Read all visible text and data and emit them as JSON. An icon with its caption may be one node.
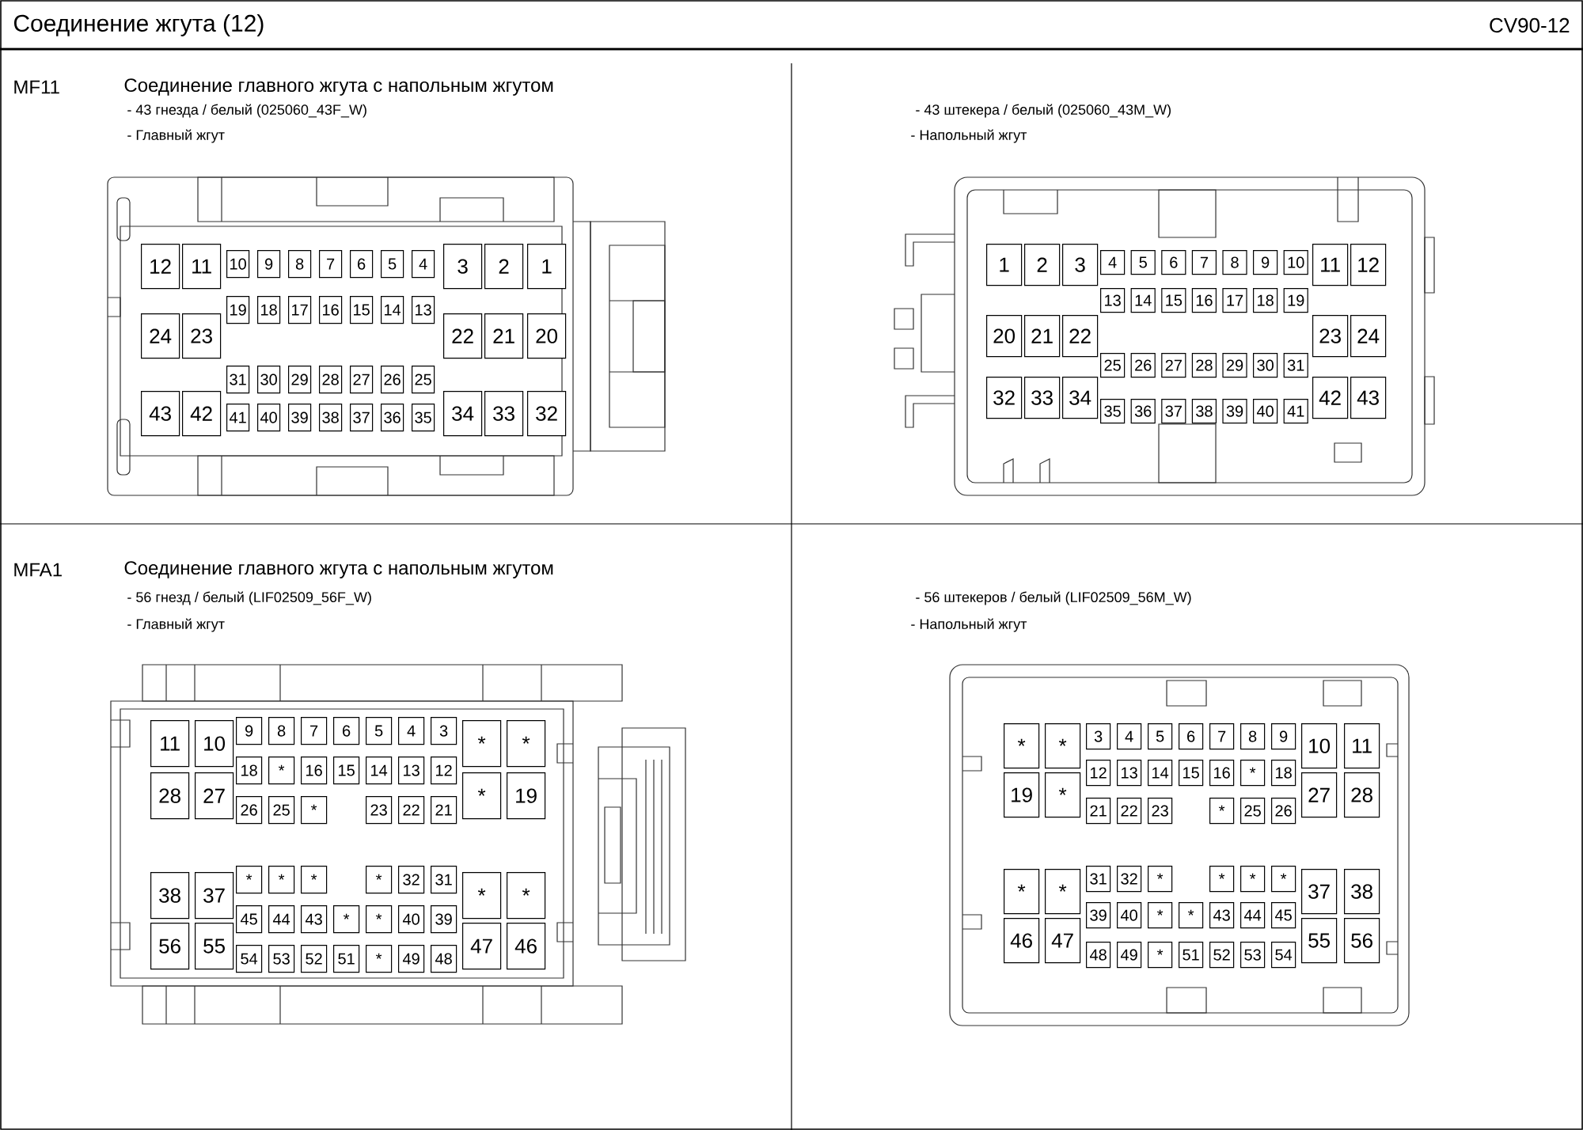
{
  "diagram": {
    "title": "Соединение жгута (12)",
    "nodes": [
      {
        "text": [
          "12"
        ]
      },
      {
        "text": [
          "11"
        ]
      },
      {
        "text": [
          "10"
        ]
      },
      {
        "text": [
          "9"
        ]
      },
      {
        "text": [
          "8"
        ]
      },
      {
        "text": [
          "7"
        ]
      },
      {
        "text": [
          "6"
        ]
      },
      {
        "text": [
          "5"
        ]
      },
      {
        "text": [
          "4"
        ]
      },
      {
        "text": [
          "3"
        ]
      },
      {
        "text": [
          "2"
        ]
      },
      {
        "text": [
          "1"
        ]
      },
      {
        "text": [
          "19"
        ]
      },
      {
        "text": [
          "18"
        ]
      },
      {
        "text": [
          "17"
        ]
      },
      {
        "text": [
          "16"
        ]
      },
      {
        "text": [
          "15"
        ]
      },
      {
        "text": [
          "14"
        ]
      },
      {
        "text": [
          "13"
        ]
      },
      {
        "text": [
          "24"
        ]
      },
      {
        "text": [
          "23"
        ]
      },
      {
        "text": [
          "22"
        ]
      },
      {
        "text": [
          "21"
        ]
      },
      {
        "text": [
          "20"
        ]
      },
      {
        "text": [
          "31"
        ]
      },
      {
        "text": [
          "30"
        ]
      },
      {
        "text": [
          "29"
        ]
      },
      {
        "text": [
          "28"
        ]
      },
      {
        "text": [
          "27"
        ]
      },
      {
        "text": [
          "26"
        ]
      },
      {
        "text": [
          "25"
        ]
      },
      {
        "text": [
          "43"
        ]
      },
      {
        "text": [
          "42"
        ]
      },
      {
        "text": [
          "41"
        ]
      },
      {
        "text": [
          "40"
        ]
      },
      {
        "text": [
          "39"
        ]
      },
      {
        "text": [
          "38"
        ]
      },
      {
        "text": [
          "37"
        ]
      },
      {
        "text": [
          "36"
        ]
      },
      {
        "text": [
          "35"
        ]
      },
      {
        "text": [
          "34"
        ]
      },
      {
        "text": [
          "33"
        ]
      },
      {
        "text": [
          "32"
        ]
      },
      {
        "text": [
          "1"
        ]
      },
      {
        "text": [
          "2"
        ]
      },
      {
        "text": [
          "3"
        ]
      },
      {
        "text": [
          "4"
        ]
      },
      {
        "text": [
          "5"
        ]
      },
      {
        "text": [
          "6"
        ]
      },
      {
        "text": [
          "7"
        ]
      },
      {
        "text": [
          "8"
        ]
      },
      {
        "text": [
          "9"
        ]
      },
      {
        "text": [
          "10"
        ]
      },
      {
        "text": [
          "11"
        ]
      },
      {
        "text": [
          "12"
        ]
      },
      {
        "text": [
          "13"
        ]
      },
      {
        "text": [
          "14"
        ]
      },
      {
        "text": [
          "15"
        ]
      },
      {
        "text": [
          "16"
        ]
      },
      {
        "text": [
          "17"
        ]
      },
      {
        "text": [
          "18"
        ]
      },
      {
        "text": [
          "19"
        ]
      },
      {
        "text": [
          "20"
        ]
      },
      {
        "text": [
          "21"
        ]
      },
      {
        "text": [
          "22"
        ]
      },
      {
        "text": [
          "23"
        ]
      },
      {
        "text": [
          "24"
        ]
      },
      {
        "text": [
          "25"
        ]
      },
      {
        "text": [
          "26"
        ]
      },
      {
        "text": [
          "27"
        ]
      },
      {
        "text": [
          "28"
        ]
      },
      {
        "text": [
          "29"
        ]
      },
      {
        "text": [
          "30"
        ]
      },
      {
        "text": [
          "31"
        ]
      },
      {
        "text": [
          "32"
        ]
      },
      {
        "text": [
          "33"
        ]
      },
      {
        "text": [
          "34"
        ]
      },
      {
        "text": [
          "35"
        ]
      },
      {
        "text": [
          "36"
        ]
      },
      {
        "text": [
          "37"
        ]
      },
      {
        "text": [
          "38"
        ]
      },
      {
        "text": [
          "39"
        ]
      },
      {
        "text": [
          "40"
        ]
      },
      {
        "text": [
          "41"
        ]
      },
      {
        "text": [
          "42"
        ]
      },
      {
        "text": [
          "43"
        ]
      },
      {
        "text": [
          "11"
        ]
      },
      {
        "text": [
          "10"
        ]
      },
      {
        "text": [
          "9"
        ]
      },
      {
        "text": [
          "8"
        ]
      },
      {
        "text": [
          "7"
        ]
      },
      {
        "text": [
          "6"
        ]
      },
      {
        "text": [
          "5"
        ]
      },
      {
        "text": [
          "4"
        ]
      },
      {
        "text": [
          "3"
        ]
      },
      {
        "text": [
          "*"
        ]
      },
      {
        "text": [
          "*"
        ]
      },
      {
        "text": [
          "18"
        ]
      },
      {
        "text": [
          "*"
        ]
      },
      {
        "text": [
          "16"
        ]
      },
      {
        "text": [
          "15"
        ]
      },
      {
        "text": [
          "14"
        ]
      },
      {
        "text": [
          "13"
        ]
      },
      {
        "text": [
          "12"
        ]
      },
      {
        "text": [
          "28"
        ]
      },
      {
        "text": [
          "27"
        ]
      },
      {
        "text": [
          "26"
        ]
      },
      {
        "text": [
          "25"
        ]
      },
      {
        "text": [
          "*"
        ]
      },
      {
        "text": [
          "23"
        ]
      },
      {
        "text": [
          "22"
        ]
      },
      {
        "text": [
          "21"
        ]
      },
      {
        "text": [
          "*"
        ]
      },
      {
        "text": [
          "19"
        ]
      },
      {
        "text": [
          "38"
        ]
      },
      {
        "text": [
          "37"
        ]
      },
      {
        "text": [
          "*"
        ]
      },
      {
        "text": [
          "*"
        ]
      },
      {
        "text": [
          "*"
        ]
      },
      {
        "text": [
          "*"
        ]
      },
      {
        "text": [
          "32"
        ]
      },
      {
        "text": [
          "31"
        ]
      },
      {
        "text": [
          "*"
        ]
      },
      {
        "text": [
          "*"
        ]
      },
      {
        "text": [
          "45"
        ]
      },
      {
        "text": [
          "44"
        ]
      },
      {
        "text": [
          "43"
        ]
      },
      {
        "text": [
          "*"
        ]
      },
      {
        "text": [
          "*"
        ]
      },
      {
        "text": [
          "40"
        ]
      },
      {
        "text": [
          "39"
        ]
      },
      {
        "text": [
          "56"
        ]
      },
      {
        "text": [
          "55"
        ]
      },
      {
        "text": [
          "54"
        ]
      },
      {
        "text": [
          "53"
        ]
      },
      {
        "text": [
          "52"
        ]
      },
      {
        "text": [
          "51"
        ]
      },
      {
        "text": [
          "*"
        ]
      },
      {
        "text": [
          "49"
        ]
      },
      {
        "text": [
          "48"
        ]
      },
      {
        "text": [
          "47"
        ]
      },
      {
        "text": [
          "46"
        ]
      },
      {
        "text": [
          "*"
        ]
      },
      {
        "text": [
          "*"
        ]
      },
      {
        "text": [
          "3"
        ]
      },
      {
        "text": [
          "4"
        ]
      },
      {
        "text": [
          "5"
        ]
      },
      {
        "text": [
          "6"
        ]
      },
      {
        "text": [
          "7"
        ]
      },
      {
        "text": [
          "8"
        ]
      },
      {
        "text": [
          "9"
        ]
      },
      {
        "text": [
          "10"
        ]
      },
      {
        "text": [
          "11"
        ]
      },
      {
        "text": [
          "12"
        ]
      },
      {
        "text": [
          "13"
        ]
      },
      {
        "text": [
          "14"
        ]
      },
      {
        "text": [
          "15"
        ]
      },
      {
        "text": [
          "16"
        ]
      },
      {
        "text": [
          "*"
        ]
      },
      {
        "text": [
          "18"
        ]
      },
      {
        "text": [
          "19"
        ]
      },
      {
        "text": [
          "*"
        ]
      },
      {
        "text": [
          "21"
        ]
      },
      {
        "text": [
          "22"
        ]
      },
      {
        "text": [
          "23"
        ]
      },
      {
        "text": [
          "*"
        ]
      },
      {
        "text": [
          "25"
        ]
      },
      {
        "text": [
          "26"
        ]
      },
      {
        "text": [
          "27"
        ]
      },
      {
        "text": [
          "28"
        ]
      },
      {
        "text": [
          "*"
        ]
      },
      {
        "text": [
          "*"
        ]
      },
      {
        "text": [
          "31"
        ]
      },
      {
        "text": [
          "32"
        ]
      },
      {
        "text": [
          "*"
        ]
      },
      {
        "text": [
          "*"
        ]
      },
      {
        "text": [
          "*"
        ]
      },
      {
        "text": [
          "*"
        ]
      },
      {
        "text": [
          "37"
        ]
      },
      {
        "text": [
          "38"
        ]
      },
      {
        "text": [
          "39"
        ]
      },
      {
        "text": [
          "40"
        ]
      },
      {
        "text": [
          "*"
        ]
      },
      {
        "text": [
          "*"
        ]
      },
      {
        "text": [
          "43"
        ]
      },
      {
        "text": [
          "44"
        ]
      },
      {
        "text": [
          "45"
        ]
      },
      {
        "text": [
          "46"
        ]
      },
      {
        "text": [
          "47"
        ]
      },
      {
        "text": [
          "48"
        ]
      },
      {
        "text": [
          "49"
        ]
      },
      {
        "text": [
          "*"
        ]
      },
      {
        "text": [
          "51"
        ]
      },
      {
        "text": [
          "52"
        ]
      },
      {
        "text": [
          "53"
        ]
      },
      {
        "text": [
          "54"
        ]
      },
      {
        "text": [
          "55"
        ]
      },
      {
        "text": [
          "56"
        ]
      }
    ],
    "labels": [
      "CV90-12",
      "MF11",
      "Соединение главного жгута с напольным жгутом",
      "- 43 гнезда / белый (025060_43F_W)",
      "- Главный жгут",
      "- 43 штекера / белый (025060_43M_W)",
      "- Напольный жгут",
      "MFA1",
      "Соединение главного жгута с напольным жгутом",
      "- 56 гнезд / белый (LIF02509_56F_W)",
      "- Главный жгут",
      "- 56 штекеров / белый (LIF02509_56M_W)",
      "- Напольный жгут"
    ]
  }
}
